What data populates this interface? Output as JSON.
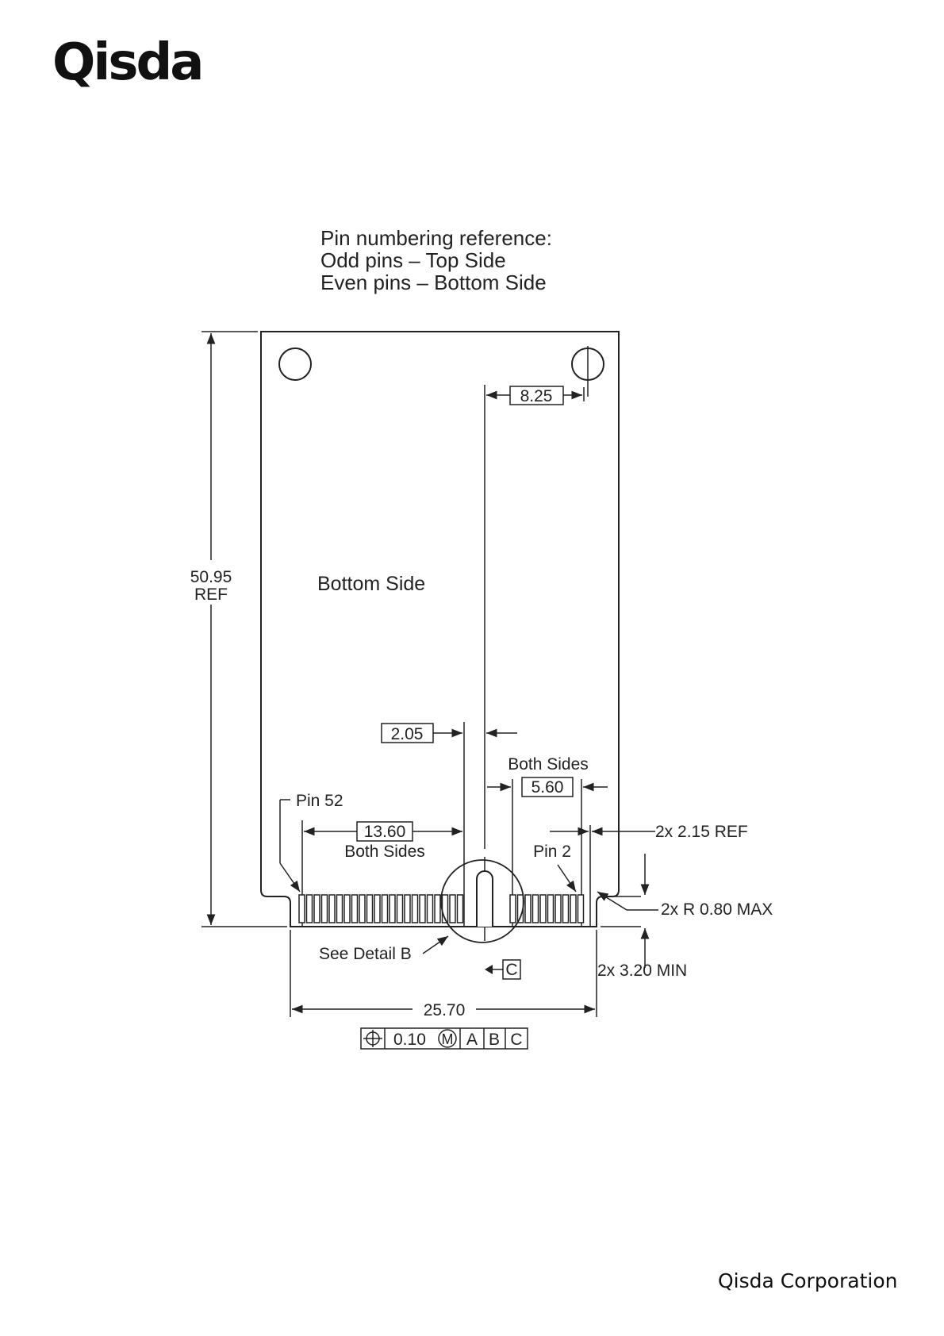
{
  "header": {
    "logo_text": "Qisda"
  },
  "footer": {
    "company": "Qisda Corporation"
  },
  "drawing": {
    "reference_lines": [
      "Pin numbering reference:",
      "Odd pins – Top Side",
      "Even pins  – Bottom Side"
    ],
    "side_label": "Bottom Side",
    "height_value": "50.95",
    "height_ref": "REF",
    "dim_8_25": "8.25",
    "dim_2_05": "2.05",
    "both_sides_upper": "Both Sides",
    "dim_5_60": "5.60",
    "pin52": "Pin 52",
    "dim_13_60": "13.60",
    "both_sides_lower": "Both Sides",
    "pin2": "Pin 2",
    "ref_2_15": "2x 2.15 REF",
    "radius": "2x R 0.80 MAX",
    "see_detail": "See Detail B",
    "datum_c": "C",
    "min_3_20": "2x 3.20 MIN",
    "dim_25_70": "25.70",
    "tolerance": {
      "value": "0.10",
      "modifier": "M",
      "datums": [
        "A",
        "B",
        "C"
      ]
    }
  }
}
